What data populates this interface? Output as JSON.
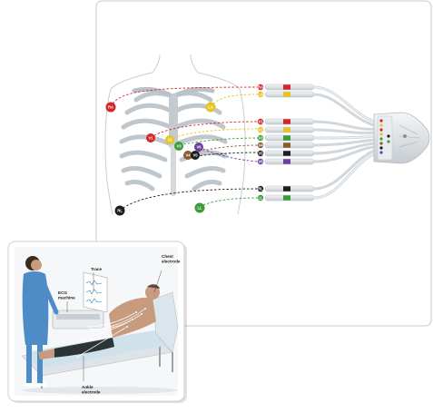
{
  "electrodes": {
    "RA": "RA",
    "LA": "LA",
    "V1": "V1",
    "V2": "V2",
    "V3": "V3",
    "V4": "V4",
    "V5": "V5",
    "V6": "V6",
    "RL": "RL",
    "LL": "LL"
  },
  "inset": {
    "trace": "Trace",
    "chest": "Chest electrode",
    "ecg": "ECG machine",
    "ankle": "Ankle electrode"
  },
  "colors": {
    "ra": "#d6252a",
    "la": "#e7c51f",
    "ll": "#3f9a3a",
    "rl": "#1e1e1e",
    "v1": "#d6252a",
    "v2": "#e7c51f",
    "v3": "#3f9a3a",
    "v4": "#8a5a2b",
    "v5": "#1e1e1e",
    "v6": "#6a3fa0"
  }
}
